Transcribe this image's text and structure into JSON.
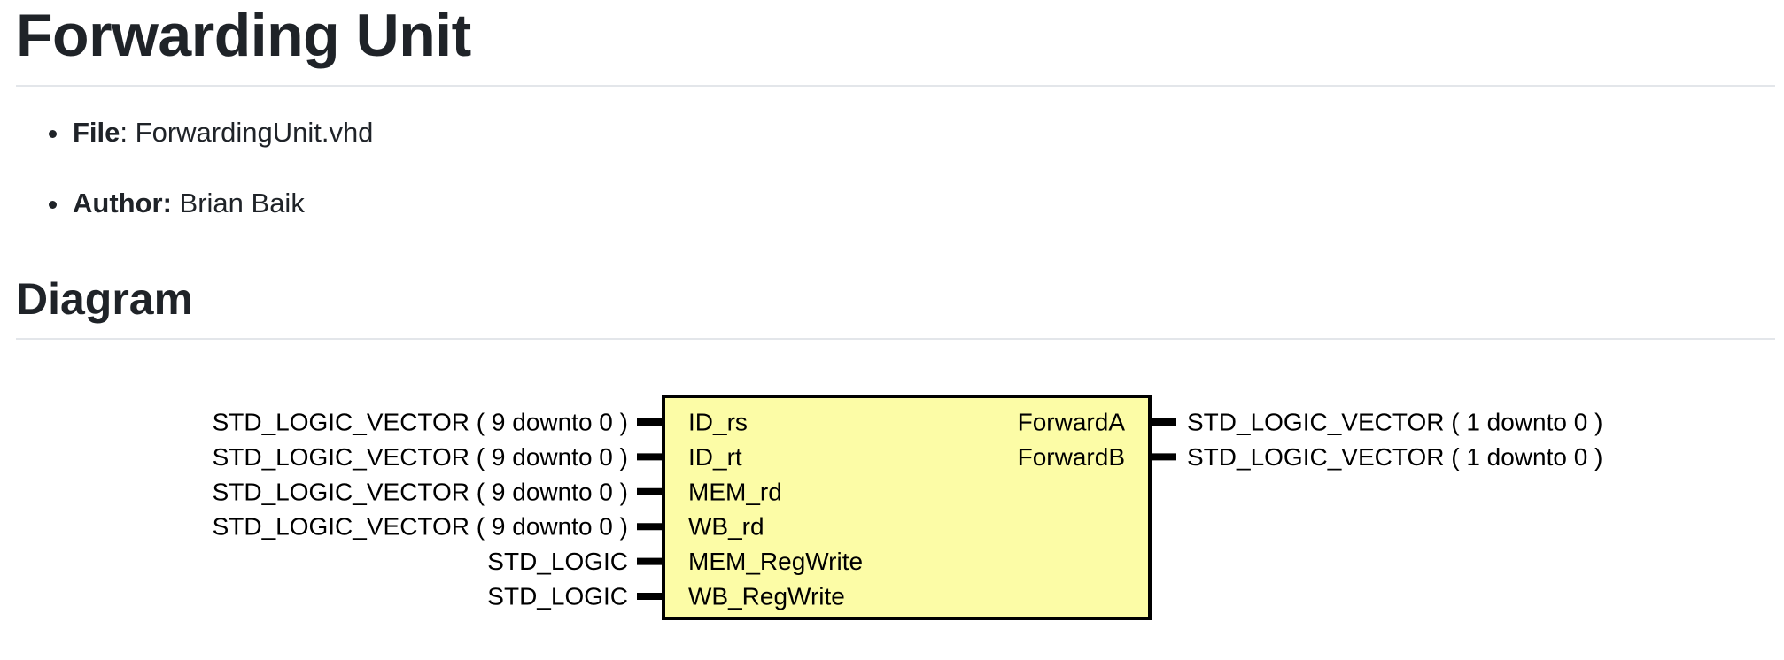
{
  "title": "Forwarding Unit",
  "meta": [
    {
      "key": "File",
      "sep": ": ",
      "value": "ForwardingUnit.vhd"
    },
    {
      "key": "Author:",
      "sep": " ",
      "value": "Brian Baik"
    }
  ],
  "diagram_heading": "Diagram",
  "diagram": {
    "inputs": [
      {
        "type": "STD_LOGIC_VECTOR ( 9 downto 0 )",
        "name": "ID_rs"
      },
      {
        "type": "STD_LOGIC_VECTOR ( 9 downto 0 )",
        "name": "ID_rt"
      },
      {
        "type": "STD_LOGIC_VECTOR ( 9 downto 0 )",
        "name": "MEM_rd"
      },
      {
        "type": "STD_LOGIC_VECTOR ( 9 downto 0 )",
        "name": "WB_rd"
      },
      {
        "type": "STD_LOGIC",
        "name": "MEM_RegWrite"
      },
      {
        "type": "STD_LOGIC",
        "name": "WB_RegWrite"
      }
    ],
    "outputs": [
      {
        "name": "ForwardA",
        "type": "STD_LOGIC_VECTOR ( 1 downto 0 )"
      },
      {
        "name": "ForwardB",
        "type": "STD_LOGIC_VECTOR ( 1 downto 0 )"
      }
    ],
    "colors": {
      "block_fill": "#fcfca6",
      "stroke": "#000000"
    }
  }
}
